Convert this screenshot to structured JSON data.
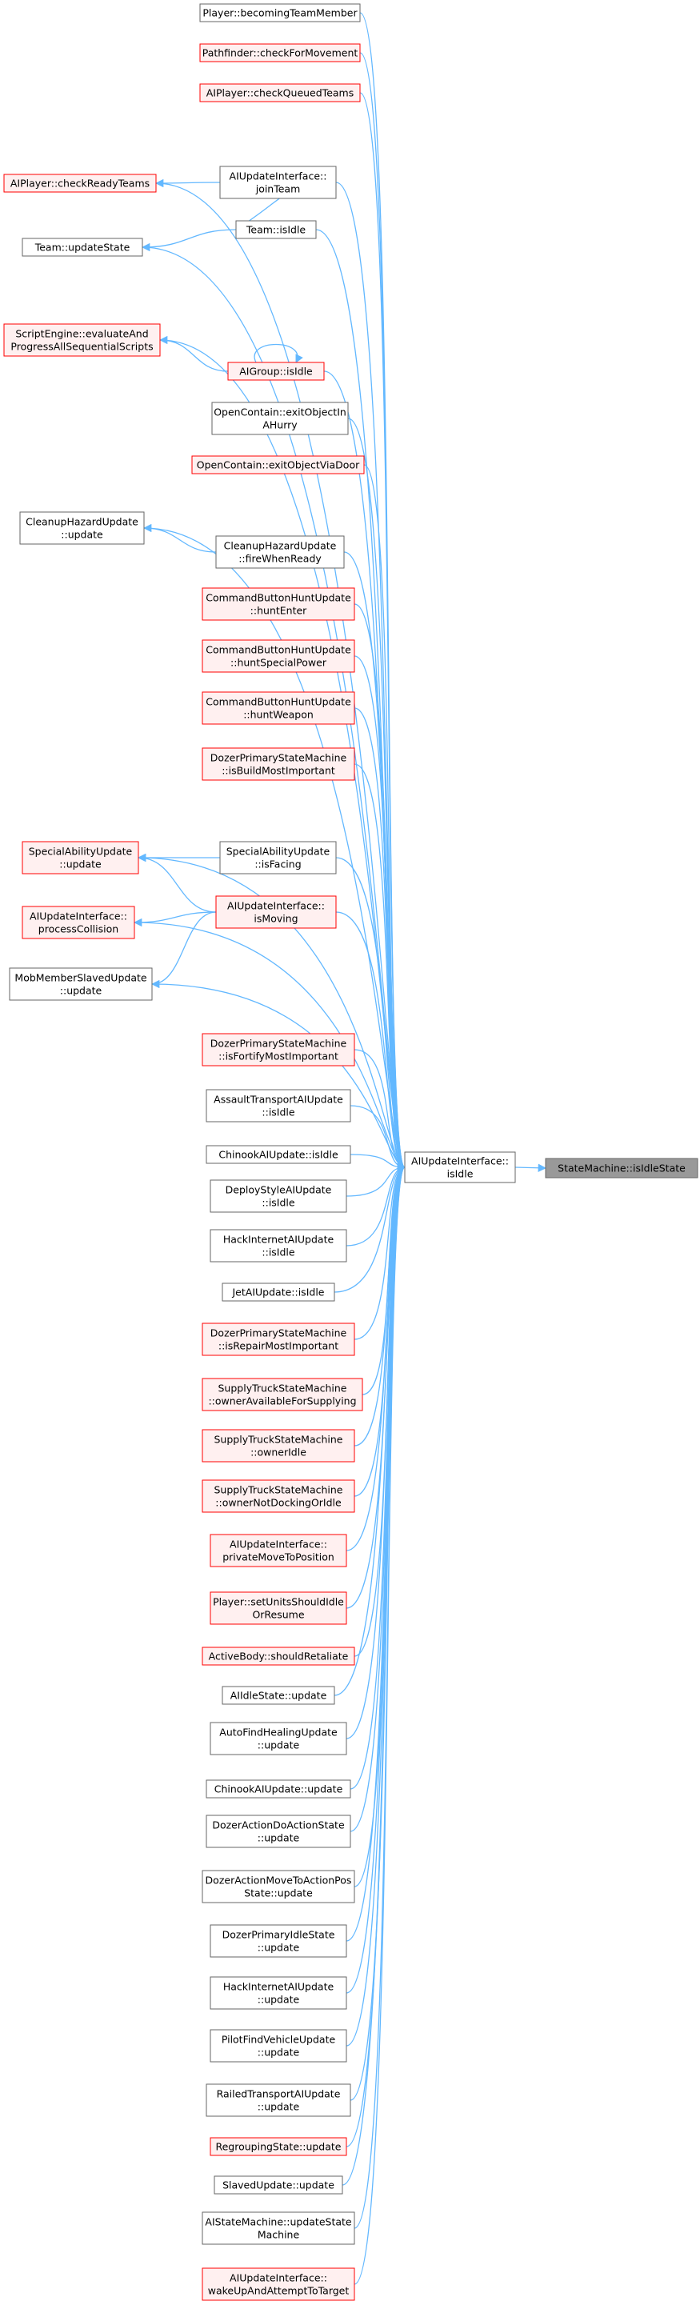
{
  "root": {
    "id": "root",
    "lines": [
      "StateMachine::isIdleState"
    ],
    "style": "root"
  },
  "hub": {
    "id": "hub",
    "lines": [
      "AIUpdateInterface::",
      "isIdle"
    ],
    "style": "plain"
  },
  "nodes": [
    {
      "id": "n1",
      "lines": [
        "Player::becomingTeamMember"
      ],
      "style": "plain"
    },
    {
      "id": "n2",
      "lines": [
        "Pathfinder::checkForMovement"
      ],
      "style": "red"
    },
    {
      "id": "n3",
      "lines": [
        "AIPlayer::checkQueuedTeams"
      ],
      "style": "red"
    },
    {
      "id": "n4",
      "lines": [
        "AIPlayer::checkReadyTeams"
      ],
      "style": "red"
    },
    {
      "id": "n5",
      "lines": [
        "AIUpdateInterface::",
        "joinTeam"
      ],
      "style": "plain"
    },
    {
      "id": "n6",
      "lines": [
        "Team::updateState"
      ],
      "style": "plain"
    },
    {
      "id": "n7",
      "lines": [
        "Team::isIdle"
      ],
      "style": "plain"
    },
    {
      "id": "n8",
      "lines": [
        "ScriptEngine::evaluateAnd",
        "ProgressAllSequentialScripts"
      ],
      "style": "red"
    },
    {
      "id": "n9",
      "lines": [
        "AIGroup::isIdle"
      ],
      "style": "red"
    },
    {
      "id": "n10",
      "lines": [
        "OpenContain::exitObjectIn",
        "AHurry"
      ],
      "style": "plain"
    },
    {
      "id": "n11",
      "lines": [
        "OpenContain::exitObjectViaDoor"
      ],
      "style": "red"
    },
    {
      "id": "n12",
      "lines": [
        "CleanupHazardUpdate",
        "::update"
      ],
      "style": "plain"
    },
    {
      "id": "n13",
      "lines": [
        "CleanupHazardUpdate",
        "::fireWhenReady"
      ],
      "style": "plain"
    },
    {
      "id": "n14",
      "lines": [
        "CommandButtonHuntUpdate",
        "::huntEnter"
      ],
      "style": "red"
    },
    {
      "id": "n15",
      "lines": [
        "CommandButtonHuntUpdate",
        "::huntSpecialPower"
      ],
      "style": "red"
    },
    {
      "id": "n16",
      "lines": [
        "CommandButtonHuntUpdate",
        "::huntWeapon"
      ],
      "style": "red"
    },
    {
      "id": "n17",
      "lines": [
        "DozerPrimaryStateMachine",
        "::isBuildMostImportant"
      ],
      "style": "red"
    },
    {
      "id": "n18",
      "lines": [
        "SpecialAbilityUpdate",
        "::update"
      ],
      "style": "red"
    },
    {
      "id": "n19",
      "lines": [
        "SpecialAbilityUpdate",
        "::isFacing"
      ],
      "style": "plain"
    },
    {
      "id": "n20",
      "lines": [
        "AIUpdateInterface::",
        "processCollision"
      ],
      "style": "red"
    },
    {
      "id": "n21",
      "lines": [
        "AIUpdateInterface::",
        "isMoving"
      ],
      "style": "red"
    },
    {
      "id": "n22",
      "lines": [
        "MobMemberSlavedUpdate",
        "::update"
      ],
      "style": "plain"
    },
    {
      "id": "n23",
      "lines": [
        "DozerPrimaryStateMachine",
        "::isFortifyMostImportant"
      ],
      "style": "red"
    },
    {
      "id": "n24",
      "lines": [
        "AssaultTransportAIUpdate",
        "::isIdle"
      ],
      "style": "plain"
    },
    {
      "id": "n25",
      "lines": [
        "ChinookAIUpdate::isIdle"
      ],
      "style": "plain"
    },
    {
      "id": "n26",
      "lines": [
        "DeployStyleAIUpdate",
        "::isIdle"
      ],
      "style": "plain"
    },
    {
      "id": "n27",
      "lines": [
        "HackInternetAIUpdate",
        "::isIdle"
      ],
      "style": "plain"
    },
    {
      "id": "n28",
      "lines": [
        "JetAIUpdate::isIdle"
      ],
      "style": "plain"
    },
    {
      "id": "n29",
      "lines": [
        "DozerPrimaryStateMachine",
        "::isRepairMostImportant"
      ],
      "style": "red"
    },
    {
      "id": "n30",
      "lines": [
        "SupplyTruckStateMachine",
        "::ownerAvailableForSupplying"
      ],
      "style": "red"
    },
    {
      "id": "n31",
      "lines": [
        "SupplyTruckStateMachine",
        "::ownerIdle"
      ],
      "style": "red"
    },
    {
      "id": "n32",
      "lines": [
        "SupplyTruckStateMachine",
        "::ownerNotDockingOrIdle"
      ],
      "style": "red"
    },
    {
      "id": "n33",
      "lines": [
        "AIUpdateInterface::",
        "privateMoveToPosition"
      ],
      "style": "red"
    },
    {
      "id": "n34",
      "lines": [
        "Player::setUnitsShouldIdle",
        "OrResume"
      ],
      "style": "red"
    },
    {
      "id": "n35",
      "lines": [
        "ActiveBody::shouldRetaliate"
      ],
      "style": "red"
    },
    {
      "id": "n36",
      "lines": [
        "AIIdleState::update"
      ],
      "style": "plain"
    },
    {
      "id": "n37",
      "lines": [
        "AutoFindHealingUpdate",
        "::update"
      ],
      "style": "plain"
    },
    {
      "id": "n38",
      "lines": [
        "ChinookAIUpdate::update"
      ],
      "style": "plain"
    },
    {
      "id": "n39",
      "lines": [
        "DozerActionDoActionState",
        "::update"
      ],
      "style": "plain"
    },
    {
      "id": "n40",
      "lines": [
        "DozerActionMoveToActionPos",
        "State::update"
      ],
      "style": "plain"
    },
    {
      "id": "n41",
      "lines": [
        "DozerPrimaryIdleState",
        "::update"
      ],
      "style": "plain"
    },
    {
      "id": "n42",
      "lines": [
        "HackInternetAIUpdate",
        "::update"
      ],
      "style": "plain"
    },
    {
      "id": "n43",
      "lines": [
        "PilotFindVehicleUpdate",
        "::update"
      ],
      "style": "plain"
    },
    {
      "id": "n44",
      "lines": [
        "RailedTransportAIUpdate",
        "::update"
      ],
      "style": "plain"
    },
    {
      "id": "n45",
      "lines": [
        "RegroupingState::update"
      ],
      "style": "red"
    },
    {
      "id": "n46",
      "lines": [
        "SlavedUpdate::update"
      ],
      "style": "plain"
    },
    {
      "id": "n47",
      "lines": [
        "AIStateMachine::updateState",
        "Machine"
      ],
      "style": "plain"
    },
    {
      "id": "n48",
      "lines": [
        "AIUpdateInterface::",
        "wakeUpAndAttemptToTarget"
      ],
      "style": "red"
    }
  ],
  "edges": [
    [
      "hub",
      "root"
    ],
    [
      "n1",
      "hub"
    ],
    [
      "n2",
      "hub"
    ],
    [
      "n3",
      "hub"
    ],
    [
      "n4",
      "hub"
    ],
    [
      "n5",
      "hub"
    ],
    [
      "n7",
      "hub"
    ],
    [
      "n6",
      "hub"
    ],
    [
      "n8",
      "hub"
    ],
    [
      "n9",
      "hub"
    ],
    [
      "n10",
      "hub"
    ],
    [
      "n11",
      "hub"
    ],
    [
      "n12",
      "hub"
    ],
    [
      "n13",
      "hub"
    ],
    [
      "n14",
      "hub"
    ],
    [
      "n15",
      "hub"
    ],
    [
      "n16",
      "hub"
    ],
    [
      "n17",
      "hub"
    ],
    [
      "n18",
      "hub"
    ],
    [
      "n19",
      "hub"
    ],
    [
      "n21",
      "hub"
    ],
    [
      "n20",
      "hub"
    ],
    [
      "n22",
      "hub"
    ],
    [
      "n23",
      "hub"
    ],
    [
      "n24",
      "hub"
    ],
    [
      "n25",
      "hub"
    ],
    [
      "n26",
      "hub"
    ],
    [
      "n27",
      "hub"
    ],
    [
      "n28",
      "hub"
    ],
    [
      "n29",
      "hub"
    ],
    [
      "n30",
      "hub"
    ],
    [
      "n31",
      "hub"
    ],
    [
      "n32",
      "hub"
    ],
    [
      "n33",
      "hub"
    ],
    [
      "n34",
      "hub"
    ],
    [
      "n35",
      "hub"
    ],
    [
      "n36",
      "hub"
    ],
    [
      "n37",
      "hub"
    ],
    [
      "n38",
      "hub"
    ],
    [
      "n39",
      "hub"
    ],
    [
      "n40",
      "hub"
    ],
    [
      "n41",
      "hub"
    ],
    [
      "n42",
      "hub"
    ],
    [
      "n43",
      "hub"
    ],
    [
      "n44",
      "hub"
    ],
    [
      "n45",
      "hub"
    ],
    [
      "n46",
      "hub"
    ],
    [
      "n47",
      "hub"
    ],
    [
      "n48",
      "hub"
    ],
    [
      "n5",
      "n4"
    ],
    [
      "n7",
      "n5"
    ],
    [
      "n7",
      "n6"
    ],
    [
      "n9",
      "n8"
    ],
    [
      "n9",
      "n9"
    ],
    [
      "n13",
      "n12"
    ],
    [
      "n19",
      "n18"
    ],
    [
      "n21",
      "n18"
    ],
    [
      "n21",
      "n20"
    ],
    [
      "n21",
      "n22"
    ]
  ],
  "colors": {
    "edge": "#63b8ff",
    "red_border": "#ff0000",
    "plain_border": "#666666",
    "root_fill": "#999999"
  }
}
